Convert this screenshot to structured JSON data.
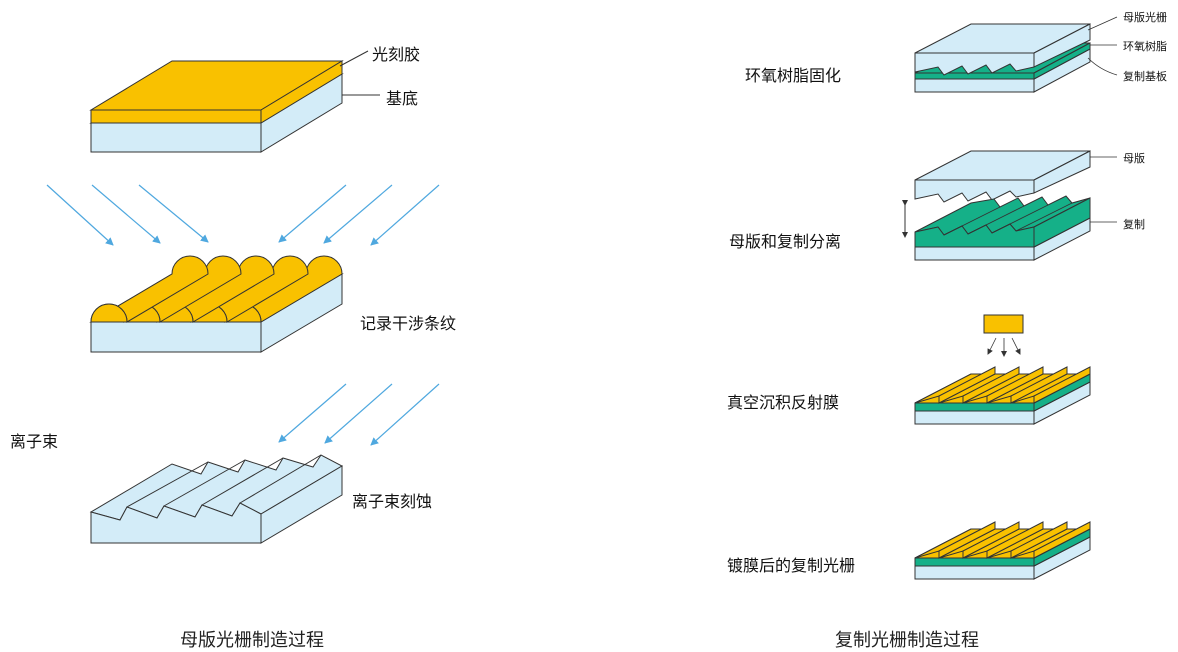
{
  "master": {
    "caption": "母版光栅制造过程",
    "photoresist": "光刻胶",
    "substrate": "基底",
    "interference": "记录干涉条纹",
    "ion_beam": "离子束",
    "ion_etch": "离子束刻蚀"
  },
  "replica": {
    "caption": "复制光栅制造过程",
    "step1": "环氧树脂固化",
    "step1_parts": [
      "母版光栅",
      "环氧树脂",
      "复制基板"
    ],
    "step2": "母版和复制分离",
    "step2_parts": [
      "母版",
      "复制"
    ],
    "step3": "真空沉积反射膜",
    "step4": "镀膜后的复制光栅"
  },
  "colors": {
    "gold": "#F9C100",
    "substrate": "#D3ECF8",
    "resin": "#15B088",
    "arrow": "#4FA8DF",
    "outline": "#333333"
  }
}
